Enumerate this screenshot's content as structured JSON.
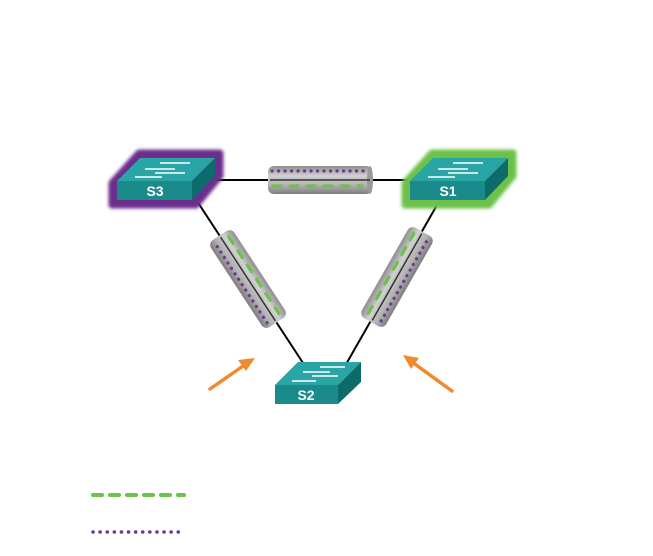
{
  "diagram": {
    "switches": [
      {
        "id": "S3",
        "label": "S3",
        "highlight": "purple"
      },
      {
        "id": "S1",
        "label": "S1",
        "highlight": "green"
      },
      {
        "id": "S2",
        "label": "S2",
        "highlight": "none"
      }
    ],
    "links": [
      {
        "from": "S3",
        "to": "S1",
        "bundle": true
      },
      {
        "from": "S3",
        "to": "S2",
        "bundle": true
      },
      {
        "from": "S1",
        "to": "S2",
        "bundle": true
      }
    ],
    "legend": [
      {
        "style": "dashed",
        "color": "#6cc24a",
        "label": ""
      },
      {
        "style": "dotted",
        "color": "#6b3a8c",
        "label": ""
      }
    ],
    "arrows": [
      {
        "direction": "up-right",
        "color": "#f08a2c"
      },
      {
        "direction": "up-left",
        "color": "#f08a2c"
      }
    ],
    "colors": {
      "switch_front": "#1a8a8a",
      "switch_top": "#2aa5a5",
      "switch_side": "#0e6b6b",
      "purple_glow": "#6b2d8c",
      "green_glow": "#6cc24a",
      "tube": "#a9a9a9"
    }
  }
}
